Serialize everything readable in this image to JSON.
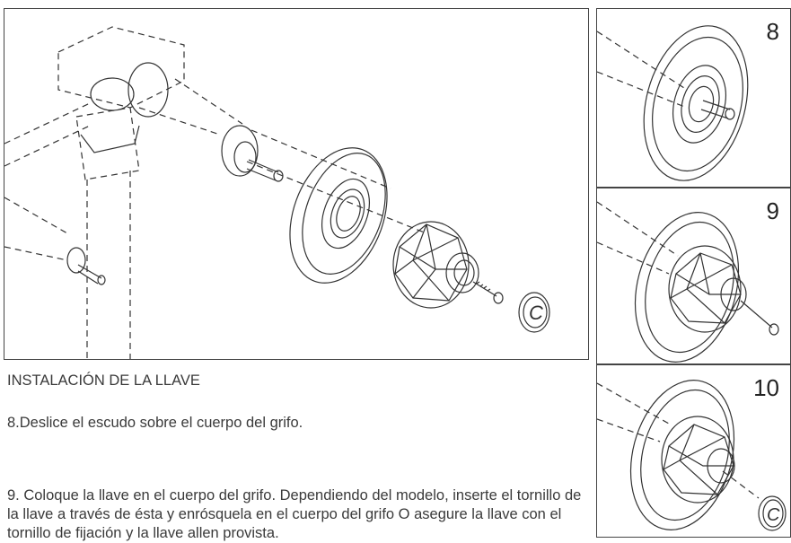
{
  "heading": "INSTALACIÓN DE LA LLAVE",
  "steps": [
    {
      "number": "8",
      "text": "8.Deslice el escudo sobre el cuerpo del grifo."
    },
    {
      "number": "9",
      "text": "9. Coloque la llave en el cuerpo del grifo. Dependiendo del modelo, inserte el tornillo de la llave a través de ésta y enrósquela en el cuerpo del grifo O asegure la llave con el tornillo de fijación y la llave allen provista."
    },
    {
      "number": "10",
      "text": ""
    }
  ],
  "cap_letter": "C"
}
